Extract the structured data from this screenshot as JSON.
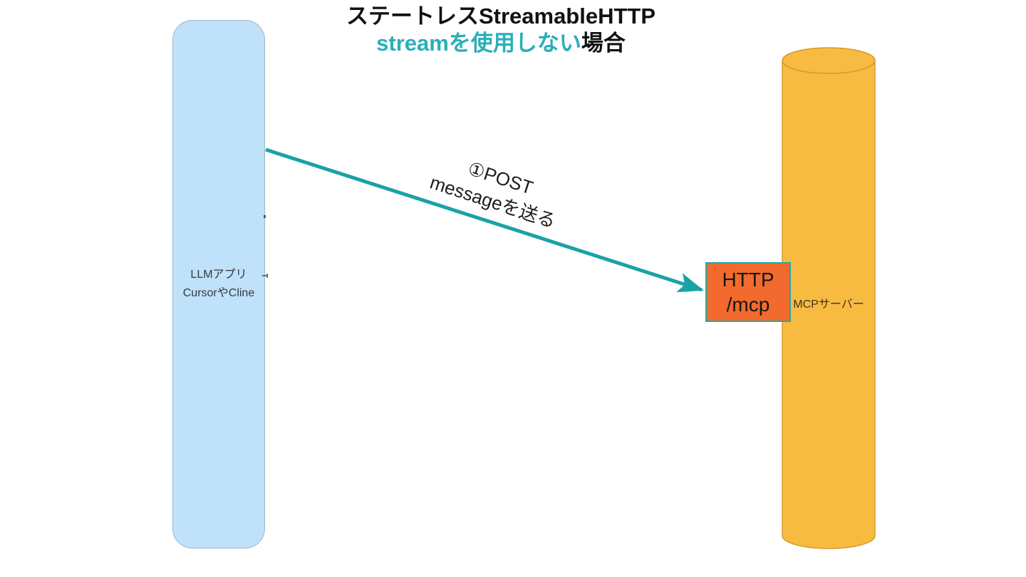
{
  "title": {
    "line1": "ステートレスStreamableHTTP",
    "line2_highlight": "streamを使用しない",
    "line2_rest": "場合",
    "highlight_color": "#29AFB9",
    "text_color": "#111111"
  },
  "client_node": {
    "line1": "LLMアプリ",
    "line2": "CursorやCline",
    "fill": "#BFE1F9",
    "border": "#9FB6C9"
  },
  "server_node": {
    "label": "MCPサーバー",
    "fill": "#F8BB41",
    "stroke": "#D8992B"
  },
  "endpoint_box": {
    "line1": "HTTP",
    "line2": "/mcp",
    "fill": "#F26A2D",
    "border": "#2BA8A3"
  },
  "arrow": {
    "label_line1": "①POST",
    "label_line2": "messageを送る",
    "color": "#1AA2A6"
  }
}
